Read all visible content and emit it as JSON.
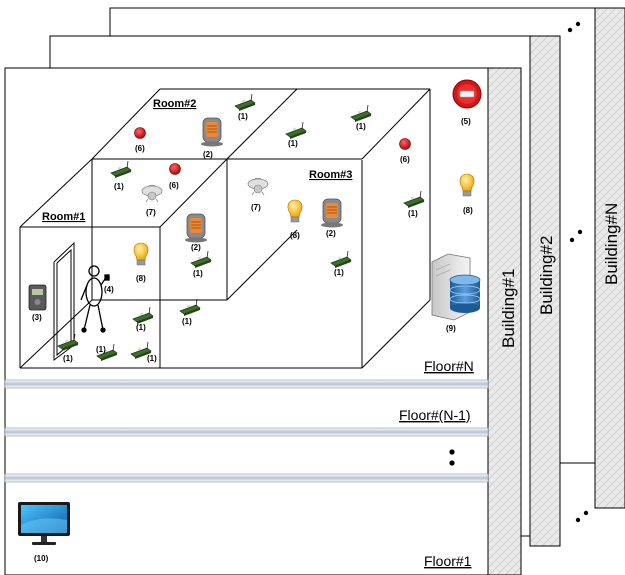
{
  "buildings": [
    {
      "label": "Building#1"
    },
    {
      "label": "Building#2"
    },
    {
      "label": "Building#N"
    }
  ],
  "floors": [
    {
      "label": "Floor#N"
    },
    {
      "label": "Floor#(N-1)"
    },
    {
      "label": "Floor#1"
    }
  ],
  "rooms": [
    {
      "label": "Room#1"
    },
    {
      "label": "Room#2"
    },
    {
      "label": "Room#3"
    }
  ],
  "device_numbers": {
    "sensor": "(1)",
    "heater": "(2)",
    "rfid_reader": "(3)",
    "person": "(4)",
    "fire_alarm": "(5)",
    "alarm_led": "(6)",
    "smoke_detector": "(7)",
    "light_bulb": "(8)",
    "database_server": "(9)",
    "monitor": "(10)"
  },
  "colors": {
    "building_side": "#e6e6e6",
    "floor_bar": "#d0d8e2",
    "led_red": "#cc1111",
    "bulb": "#f5a623",
    "db_blue": "#2a6fb0",
    "monitor_blue": "#1f8fd8"
  },
  "icons": [
    "sensor-board-icon",
    "heater-icon",
    "rfid-reader-icon",
    "person-icon",
    "fire-alarm-icon",
    "alarm-led-icon",
    "smoke-detector-icon",
    "light-bulb-icon",
    "database-server-icon",
    "monitor-icon",
    "ellipsis-dots-icon"
  ]
}
